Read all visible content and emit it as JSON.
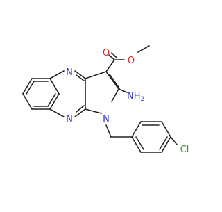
{
  "molecule": {
    "atoms": {
      "ester_o_carbonyl": "O",
      "ester_o_ether": "O",
      "n_ring_top": "N",
      "n_ring_bottom": "N",
      "n_pyrrole": "N",
      "amino_nh2_n": "NH",
      "amino_nh2_sub": "2",
      "chlorine": "Cl"
    },
    "colors": {
      "bond": "#222222",
      "oxygen": "#e8211e",
      "nitrogen": "#2d2dd0",
      "chlorine": "#2a9d2a"
    }
  }
}
